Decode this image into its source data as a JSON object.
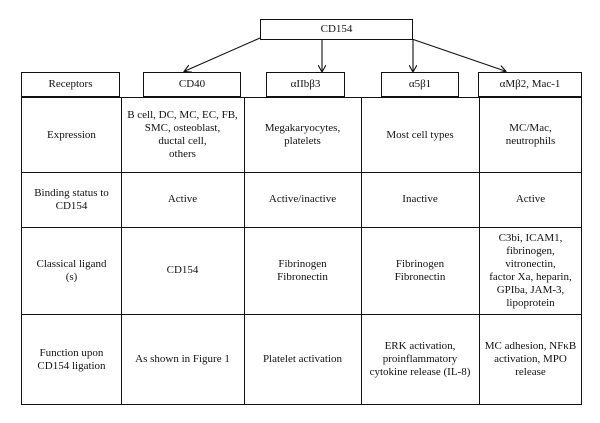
{
  "top_node": {
    "label": "CD154"
  },
  "header": {
    "receptors_label": "Receptors",
    "columns": [
      "CD40",
      "αIIbβ3",
      "α5β1",
      "αMβ2, Mac-1"
    ]
  },
  "rows": [
    {
      "label": "Expression",
      "cells": [
        "B cell, DC, MC, EC, FB,\nSMC, osteoblast,\nductal cell,\nothers",
        "Megakaryocytes,\nplatelets",
        "Most cell types",
        "MC/Mac,\nneutrophils"
      ]
    },
    {
      "label": "Binding status to\nCD154",
      "cells": [
        "Active",
        "Active/inactive",
        "Inactive",
        "Active"
      ]
    },
    {
      "label": "Classical ligand\n(s)",
      "cells": [
        "CD154",
        "Fibrinogen\nFibronectin",
        "Fibrinogen\nFibronectin",
        "C3bi, ICAM1,\nfibrinogen,\nvitronectin,\nfactor Xa, heparin,\nGPIba, JAM-3,\nlipoprotein"
      ]
    },
    {
      "label": "Function upon\nCD154 ligation",
      "cells": [
        "As shown in Figure 1",
        "Platelet activation",
        "ERK activation,\nproinflammatory\ncytokine release (IL-8)",
        "MC adhesion, NFκB\nactivation, MPO\nrelease"
      ]
    }
  ]
}
